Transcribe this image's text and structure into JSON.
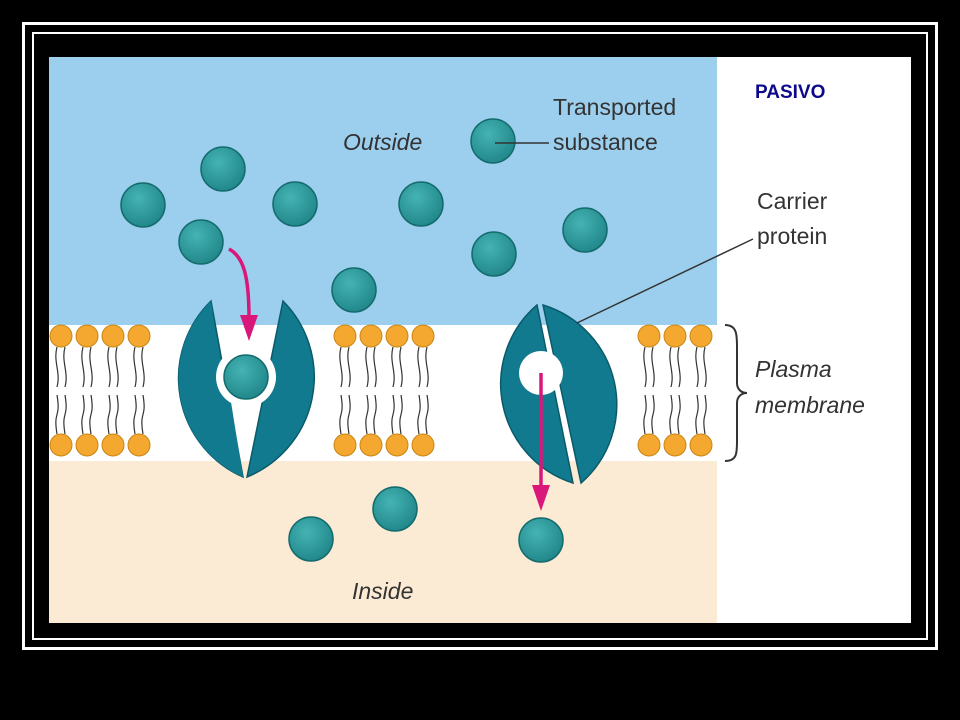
{
  "tag": "PASIVO",
  "labels": {
    "outside": "Outside",
    "inside": "Inside",
    "transported_1": "Transported",
    "transported_2": "substance",
    "carrier_1": "Carrier",
    "carrier_2": "protein",
    "plasma_1": "Plasma",
    "plasma_2": "membrane"
  },
  "colors": {
    "outside_fluid": "#9ccfee",
    "inside_fluid": "#fcebd4",
    "particle": "#2d9c9e",
    "protein": "#117a8f",
    "phospholipid_head": "#f4a830",
    "arrow": "#d9177a",
    "tag_text": "#0d0a8a"
  }
}
